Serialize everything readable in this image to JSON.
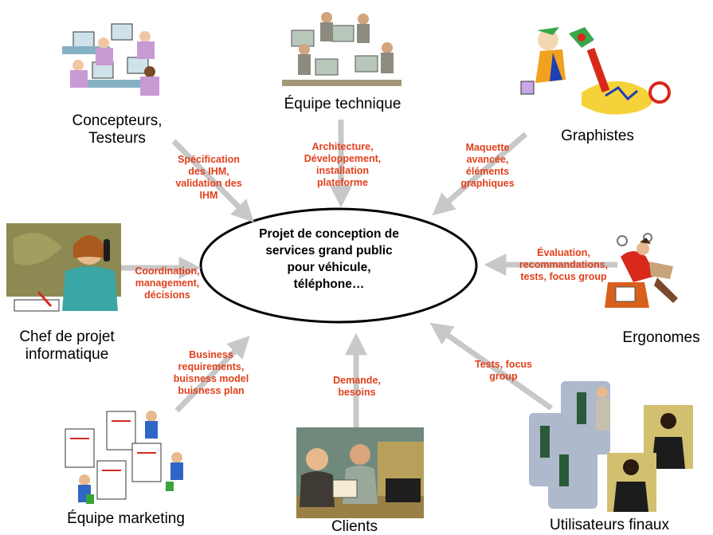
{
  "center": {
    "lines": [
      "Projet de conception de",
      "services grand public",
      "pour véhicule,",
      "téléphone…"
    ]
  },
  "actors": {
    "concepteurs": [
      "Concepteurs,",
      "Testeurs"
    ],
    "equipe_technique": [
      "Équipe technique"
    ],
    "graphistes": [
      "Graphistes"
    ],
    "chef_projet": [
      "Chef de projet",
      "informatique"
    ],
    "ergonomes": [
      "Ergonomes"
    ],
    "equipe_marketing": [
      "Équipe marketing"
    ],
    "clients": [
      "Clients"
    ],
    "utilisateurs": [
      "Utilisateurs finaux"
    ]
  },
  "flows": {
    "specification": [
      "Spécification",
      "des IHM,",
      "validation des",
      "IHM"
    ],
    "architecture": [
      "Architecture,",
      "Développement,",
      "installation",
      "plateforme"
    ],
    "maquette": [
      "Maquette",
      "avancée,",
      "éléments",
      "graphiques"
    ],
    "coordination": [
      "Coordination,",
      "management,",
      "décisions"
    ],
    "evaluation": [
      "Évaluation,",
      "recommandations,",
      "tests, focus group"
    ],
    "business": [
      "Business",
      "requirements,",
      "buisness model",
      "buisness plan"
    ],
    "demande": [
      "Demande,",
      "besoins"
    ],
    "tests": [
      "Tests, focus",
      "group"
    ]
  },
  "colors": {
    "flow_text": "#e2401c",
    "arrow": "#c8c8c8",
    "ellipse_stroke": "#000000"
  }
}
